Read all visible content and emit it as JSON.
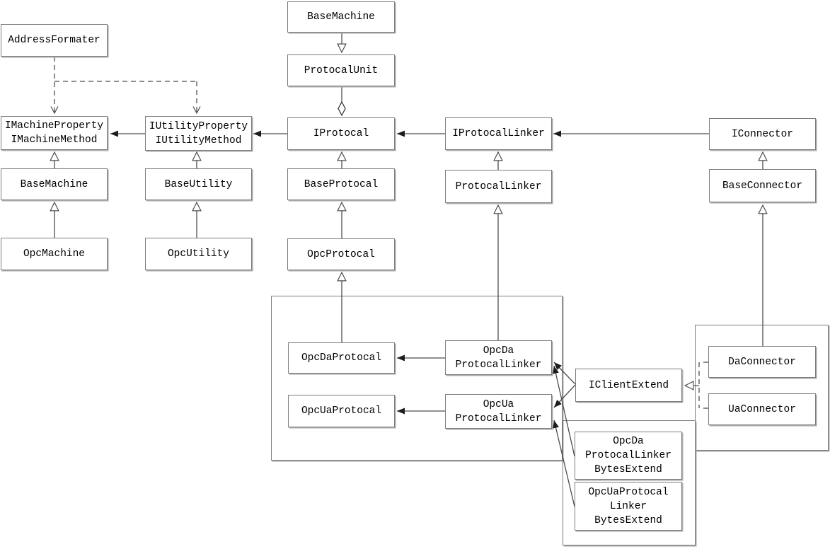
{
  "diagram": {
    "type": "uml-class-diagram",
    "colors": {
      "background": "#ffffff",
      "box_border": "#7d7d7d",
      "line": "#4d4d4d",
      "text": "#000000"
    },
    "nodes": {
      "address_formater": {
        "label": "AddressFormater"
      },
      "base_machine_top": {
        "label": "BaseMachine"
      },
      "protocal_unit": {
        "label": "ProtocalUnit"
      },
      "imachine": {
        "label": "IMachineProperty\nIMachineMethod"
      },
      "iutility": {
        "label": "IUtilityProperty\nIUtilityMethod"
      },
      "iprotocal": {
        "label": "IProtocal"
      },
      "iprotocal_linker": {
        "label": "IProtocalLinker"
      },
      "iconnector": {
        "label": "IConnector"
      },
      "base_machine": {
        "label": "BaseMachine"
      },
      "base_utility": {
        "label": "BaseUtility"
      },
      "base_protocal": {
        "label": "BaseProtocal"
      },
      "protocal_linker": {
        "label": "ProtocalLinker"
      },
      "base_connector": {
        "label": "BaseConnector"
      },
      "opc_machine": {
        "label": "OpcMachine"
      },
      "opc_utility": {
        "label": "OpcUtility"
      },
      "opc_protocal": {
        "label": "OpcProtocal"
      },
      "opc_da_protocal": {
        "label": "OpcDaProtocal"
      },
      "opc_ua_protocal": {
        "label": "OpcUaProtocal"
      },
      "opc_da_protocal_linker": {
        "label": "OpcDa\nProtocalLinker"
      },
      "opc_ua_protocal_linker": {
        "label": "OpcUa\nProtocalLinker"
      },
      "iclient_extend": {
        "label": "IClientExtend"
      },
      "da_connector": {
        "label": "DaConnector"
      },
      "ua_connector": {
        "label": "UaConnector"
      },
      "opc_da_pl_bytes": {
        "label": "OpcDa\nProtocalLinker\nBytesExtend"
      },
      "opc_ua_pl_bytes": {
        "label": "OpcUaProtocal\nLinker\nBytesExtend"
      }
    },
    "edges": [
      {
        "from": "AddressFormater",
        "to": "IMachineProperty/IMachineMethod",
        "type": "dependency-dashed-open-arrow"
      },
      {
        "from": "AddressFormater",
        "to": "IUtilityProperty/IUtilityMethod",
        "type": "dependency-dashed-open-arrow"
      },
      {
        "from": "IUtilityProperty/IUtilityMethod",
        "to": "IMachineProperty/IMachineMethod",
        "type": "association-filled-arrow"
      },
      {
        "from": "IProtocal",
        "to": "IUtilityProperty/IUtilityMethod",
        "type": "association-filled-arrow"
      },
      {
        "from": "IProtocalLinker",
        "to": "IProtocal",
        "type": "association-filled-arrow"
      },
      {
        "from": "IConnector",
        "to": "IProtocalLinker",
        "type": "association-filled-arrow"
      },
      {
        "from": "BaseMachine",
        "to": "ProtocalUnit",
        "type": "generalization-hollow-triangle"
      },
      {
        "from": "ProtocalUnit",
        "to": "IProtocal",
        "type": "aggregation-hollow-diamond"
      },
      {
        "from": "BaseMachine",
        "to": "IMachineProperty/IMachineMethod",
        "type": "generalization-hollow-triangle"
      },
      {
        "from": "OpcMachine",
        "to": "BaseMachine",
        "type": "generalization-hollow-triangle"
      },
      {
        "from": "BaseUtility",
        "to": "IUtilityProperty/IUtilityMethod",
        "type": "generalization-hollow-triangle"
      },
      {
        "from": "OpcUtility",
        "to": "BaseUtility",
        "type": "generalization-hollow-triangle"
      },
      {
        "from": "BaseProtocal",
        "to": "IProtocal",
        "type": "generalization-hollow-triangle"
      },
      {
        "from": "OpcProtocal",
        "to": "BaseProtocal",
        "type": "generalization-hollow-triangle"
      },
      {
        "from": "OpcDaProtocal",
        "to": "OpcProtocal",
        "type": "generalization-hollow-triangle"
      },
      {
        "from": "ProtocalLinker",
        "to": "IProtocalLinker",
        "type": "generalization-hollow-triangle"
      },
      {
        "from": "OpcDa ProtocalLinker",
        "to": "ProtocalLinker",
        "type": "generalization-hollow-triangle"
      },
      {
        "from": "BaseConnector",
        "to": "IConnector",
        "type": "generalization-hollow-triangle"
      },
      {
        "from": "DaConnector",
        "to": "BaseConnector",
        "type": "generalization-hollow-triangle"
      },
      {
        "from": "OpcDa ProtocalLinker",
        "to": "OpcDaProtocal",
        "type": "association-filled-arrow"
      },
      {
        "from": "OpcUa ProtocalLinker",
        "to": "OpcUaProtocal",
        "type": "association-filled-arrow"
      },
      {
        "from": "IClientExtend",
        "to": "OpcDa ProtocalLinker",
        "type": "association-filled-arrow"
      },
      {
        "from": "IClientExtend",
        "to": "OpcUa ProtocalLinker",
        "type": "association-filled-arrow"
      },
      {
        "from": "OpcDa ProtocalLinker BytesExtend",
        "to": "OpcDa ProtocalLinker",
        "type": "association-filled-arrow"
      },
      {
        "from": "OpcUaProtocal Linker BytesExtend",
        "to": "OpcUa ProtocalLinker",
        "type": "association-filled-arrow"
      },
      {
        "from": "DaConnector",
        "to": "IClientExtend",
        "type": "realization-dashed-hollow-triangle"
      },
      {
        "from": "UaConnector",
        "to": "IClientExtend",
        "type": "realization-dashed-hollow-triangle"
      }
    ]
  }
}
